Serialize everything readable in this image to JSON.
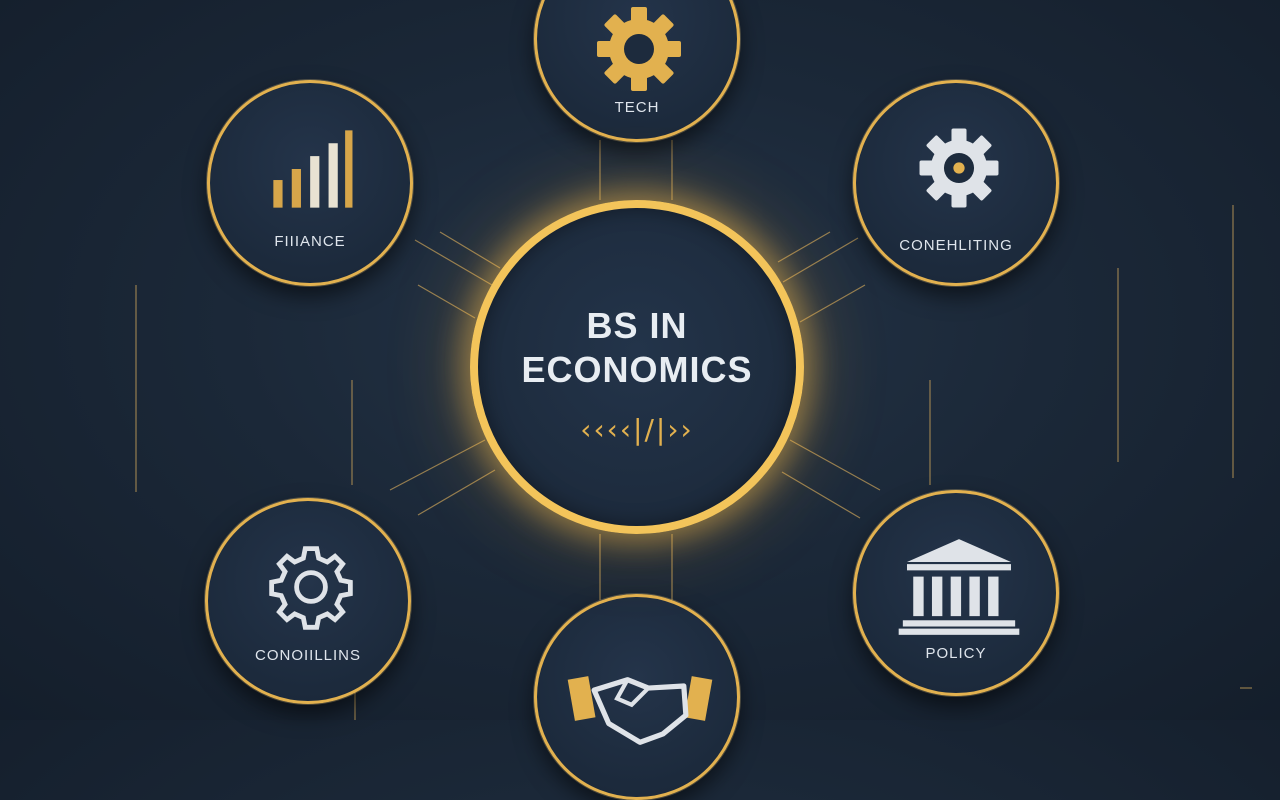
{
  "center": {
    "title_line1": "BS IN",
    "title_line2": "ECONOMICS",
    "subtitle": "‹‹‹‹|/|››"
  },
  "nodes": {
    "tech": {
      "label": "TECH",
      "icon": "gear-icon"
    },
    "finance": {
      "label": "FIIIANCE",
      "icon": "bar-chart-icon"
    },
    "consulting": {
      "label": "CONEHLITING",
      "icon": "gear-icon"
    },
    "conditions": {
      "label": "CONOIILLINS",
      "icon": "gear-icon"
    },
    "policy": {
      "label": "POLICY",
      "icon": "bank-building-icon"
    },
    "partnership": {
      "label": "",
      "icon": "handshake-icon"
    }
  },
  "colors": {
    "gold": "#e2b14f",
    "glow": "#f3c45a",
    "background": "#1b2838",
    "text": "#dfe5ec"
  }
}
